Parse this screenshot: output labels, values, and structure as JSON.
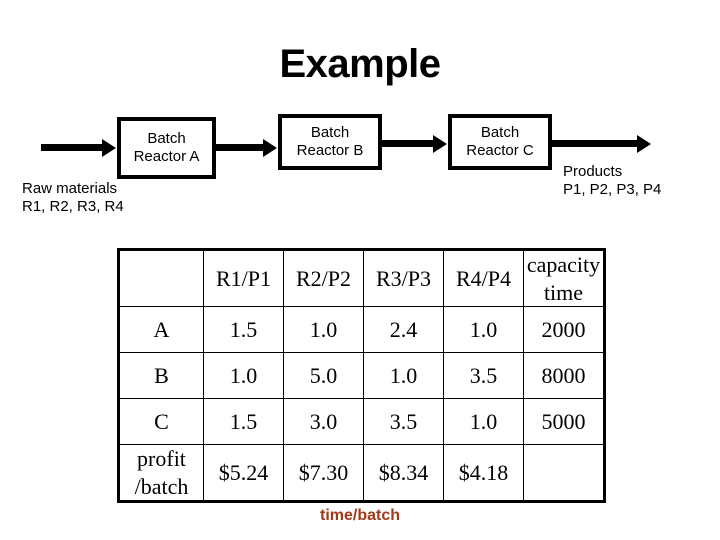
{
  "title": "Example",
  "colors": {
    "accent": "#A0391B",
    "foreground": "#000000",
    "background": "#FFFFFF"
  },
  "diagram": {
    "boxes": [
      {
        "line1": "Batch",
        "line2": "Reactor A"
      },
      {
        "line1": "Batch",
        "line2": "Reactor B"
      },
      {
        "line1": "Batch",
        "line2": "Reactor C"
      }
    ],
    "input_label": {
      "line1": "Raw materials",
      "line2": "R1, R2, R3, R4"
    },
    "output_label": {
      "line1": "Products",
      "line2": "P1, P2, P3, P4"
    },
    "arrow_icons": {
      "inlet": "arrow-right-icon",
      "a_to_b": "arrow-right-icon",
      "b_to_c": "arrow-right-icon",
      "outlet": "arrow-right-icon"
    }
  },
  "table": {
    "headers": [
      "",
      "R1/P1",
      "R2/P2",
      "R3/P3",
      "R4/P4",
      "capacity\ntime"
    ],
    "header_capacity_line1": "capacity",
    "header_capacity_line2": "time",
    "rows": [
      {
        "label": "A",
        "values": [
          "1.5",
          "1.0",
          "2.4",
          "1.0"
        ],
        "capacity": "2000"
      },
      {
        "label": "B",
        "values": [
          "1.0",
          "5.0",
          "1.0",
          "3.5"
        ],
        "capacity": "8000"
      },
      {
        "label": "C",
        "values": [
          "1.5",
          "3.0",
          "3.5",
          "1.0"
        ],
        "capacity": "5000"
      }
    ],
    "profit_row": {
      "label_line1": "profit",
      "label_line2": "/batch",
      "values": [
        "$5.24",
        "$7.30",
        "$8.34",
        "$4.18"
      ],
      "capacity": ""
    }
  },
  "footer": {
    "caption": "time/batch"
  }
}
